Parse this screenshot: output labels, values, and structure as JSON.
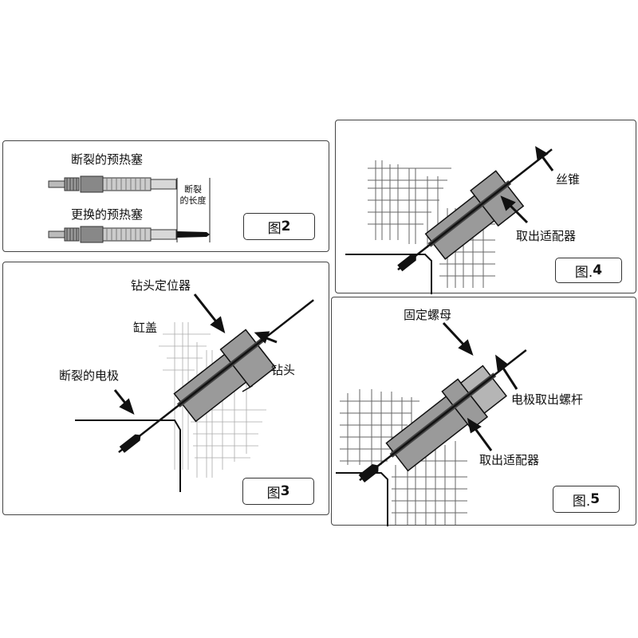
{
  "fig2": {
    "broken_label": "断裂的预热塞",
    "replace_label": "更换的预热塞",
    "length_label_line1": "断裂",
    "length_label_line2": "的长度",
    "caption_prefix": "图",
    "caption_num": "2"
  },
  "fig3": {
    "drill_locator": "钻头定位器",
    "cylinder_head": "缸盖",
    "drill_bit": "钻头",
    "broken_electrode": "断裂的电极",
    "caption_prefix": "图",
    "caption_num": "3"
  },
  "fig4": {
    "tap": "丝锥",
    "adapter": "取出适配器",
    "caption_prefix": "图.",
    "caption_num": "4"
  },
  "fig5": {
    "lock_nut": "固定螺母",
    "extractor_screw": "电极取出螺杆",
    "adapter": "取出适配器",
    "caption_prefix": "图.",
    "caption_num": "5"
  }
}
